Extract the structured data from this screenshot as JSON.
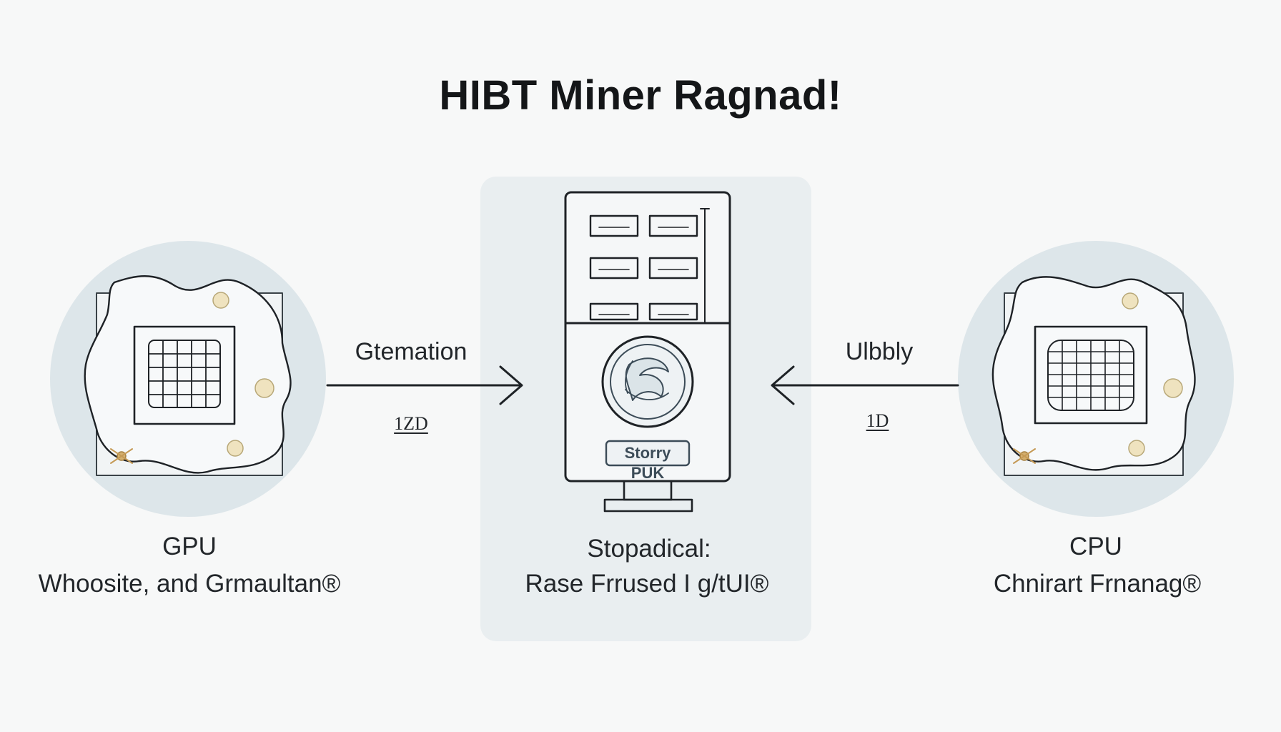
{
  "title": "HIBT Miner Ragnad!",
  "nodes": {
    "gpu": {
      "title": "GPU",
      "subtitle": "Whoosite, and Grmaultan®",
      "icon": "gpu-chip-icon"
    },
    "center": {
      "title": "Stopadical:",
      "subtitle": "Rase Frrused I g/tUI®",
      "badge": "Storry PUK",
      "icon": "mining-rig-icon"
    },
    "cpu": {
      "title": "CPU",
      "subtitle": "Chnirart Frnanag®",
      "icon": "cpu-chip-icon"
    }
  },
  "edges": {
    "left": {
      "label": "Gtemation",
      "value": "1ZD"
    },
    "right": {
      "label": "Ulbbly",
      "value": "1D"
    }
  },
  "colors": {
    "background": "#f7f8f8",
    "panel": "#e9eef0",
    "disc": "#dde6ea",
    "stroke": "#1e2226",
    "accent": "#3c4c58",
    "gold": "#e8d9a8"
  }
}
